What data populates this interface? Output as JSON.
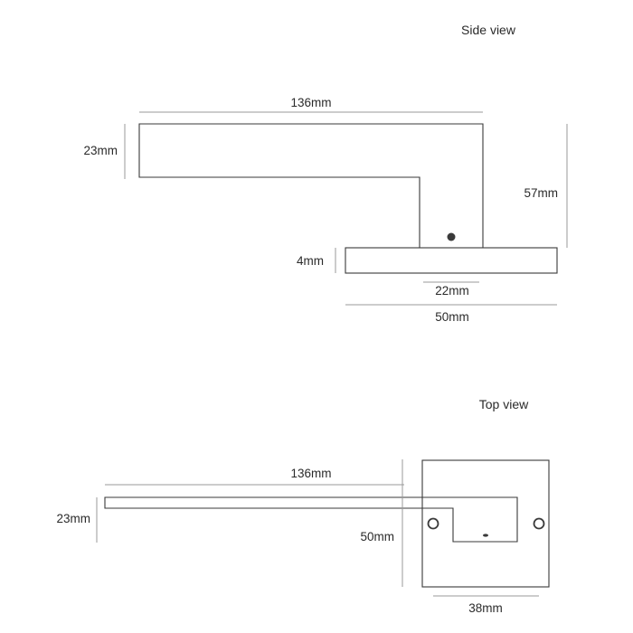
{
  "side_view": {
    "title": "Side view",
    "dimensions": {
      "length": "136mm",
      "lever_height": "23mm",
      "overall_height": "57mm",
      "rose_thickness": "4mm",
      "neck_width": "22mm",
      "rose_width": "50mm"
    }
  },
  "top_view": {
    "title": "Top view",
    "dimensions": {
      "length": "136mm",
      "lever_width": "23mm",
      "rose_height": "50mm",
      "rose_inner_width": "38mm"
    }
  },
  "colors": {
    "outline": "#3a3a3a",
    "dimension_line": "#9a9a9a",
    "text": "#2a2a2a"
  }
}
